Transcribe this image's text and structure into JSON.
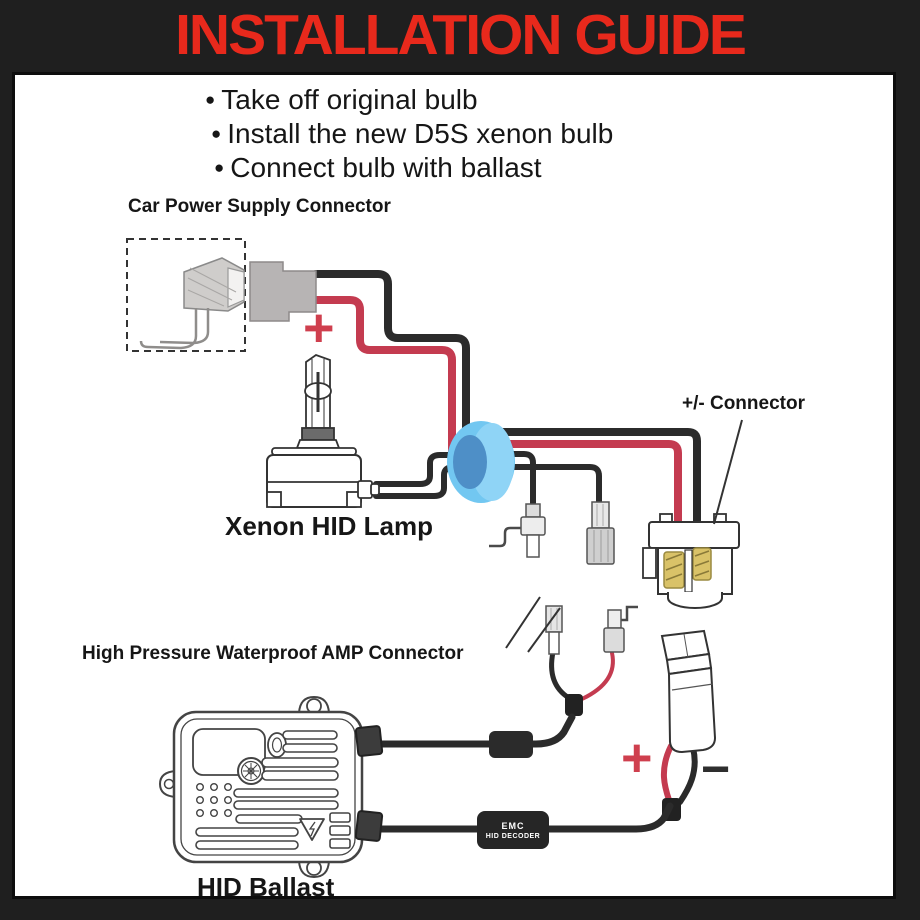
{
  "title": "INSTALLATION GUIDE",
  "steps": {
    "bullet_glyph": "●",
    "items": [
      "Take off original bulb",
      "Install the new D5S xenon bulb",
      "Connect bulb with ballast"
    ]
  },
  "labels": {
    "car_power_connector": "Car Power Supply Connector",
    "xenon_lamp": "Xenon HID Lamp",
    "pm_connector": "+/- Connector",
    "amp_connector": "High Pressure Waterproof AMP Connector",
    "hid_ballast": "HID Ballast"
  },
  "decoder_box": {
    "line1": "EMC",
    "line2": "HID DECODER"
  },
  "symbols": {
    "plus_power": "+",
    "plus_output": "+",
    "minus_output": "−"
  },
  "colors": {
    "title_red": "#e8291c",
    "wire_red": "#c43b50",
    "wire_black": "#2b2b2b",
    "grommet_light": "#72c7f1",
    "grommet_dark": "#4e8fc7",
    "terminal_yellow": "#d9c268",
    "frame_dark": "#1f1f1f"
  }
}
